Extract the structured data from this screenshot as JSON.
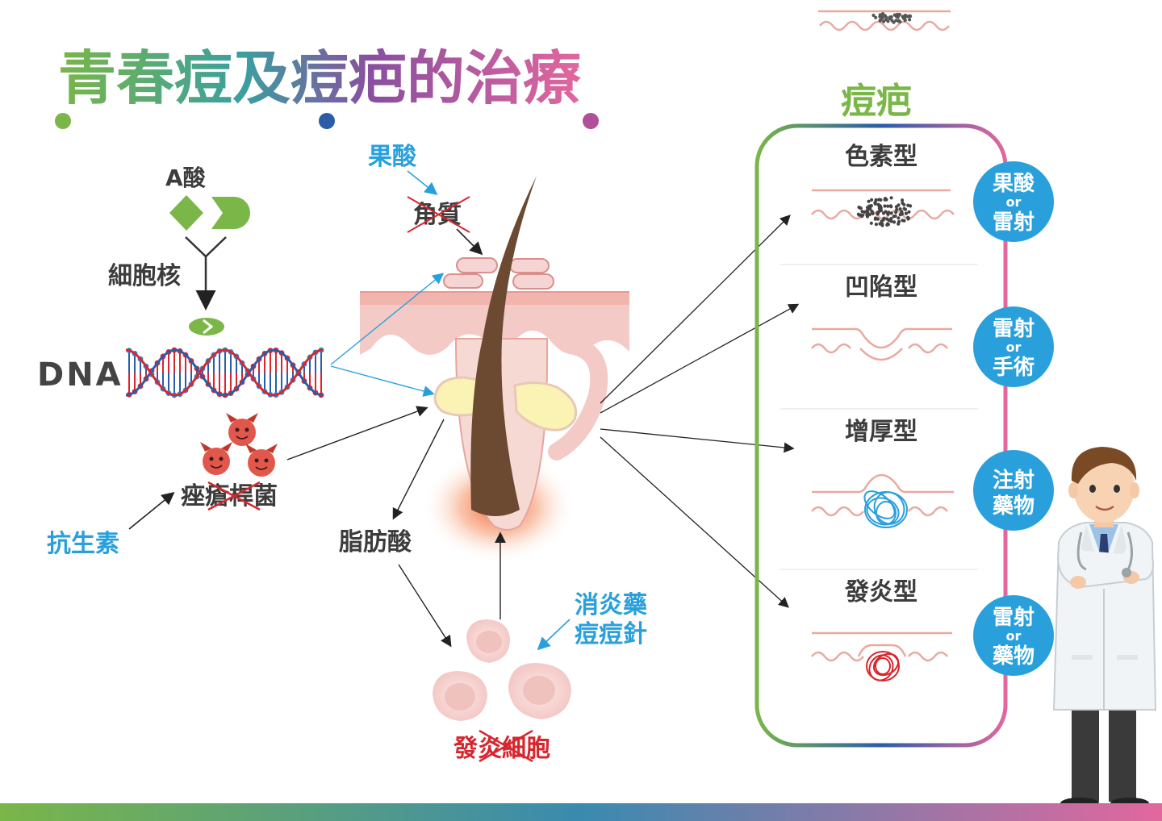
{
  "title": "青春痘及痘疤的治療",
  "colors": {
    "green": "#7ab648",
    "blue": "#29a0dc",
    "navy": "#2a5ca8",
    "purple": "#8a4fa0",
    "pink": "#e2679e",
    "gray_text": "#3c3c3c",
    "red": "#d7262e"
  },
  "labels": {
    "a_acid": "A酸",
    "nucleus": "細胞核",
    "dna": "DNA",
    "fruit_acid": "果酸",
    "keratin": "角質",
    "acne_bacteria": "痤瘡桿菌",
    "antibiotics": "抗生素",
    "fatty_acid": "脂肪酸",
    "anti_inflammatory_1": "消炎藥",
    "anti_inflammatory_2": "痘痘針",
    "inflammatory_cells": "發炎細胞"
  },
  "scars": {
    "heading": "痘疤",
    "types": [
      {
        "name": "色素型",
        "treatment_top": "果酸",
        "treatment_or": "or",
        "treatment_bottom": "雷射",
        "icon": "pigment-scar-icon"
      },
      {
        "name": "凹陷型",
        "treatment_top": "雷射",
        "treatment_or": "or",
        "treatment_bottom": "手術",
        "icon": "depressed-scar-icon"
      },
      {
        "name": "增厚型",
        "treatment_top": "注射",
        "treatment_or": "",
        "treatment_bottom": "藥物",
        "icon": "hypertrophic-scar-icon"
      },
      {
        "name": "發炎型",
        "treatment_top": "雷射",
        "treatment_or": "or",
        "treatment_bottom": "藥物",
        "icon": "inflammatory-scar-icon"
      }
    ]
  }
}
